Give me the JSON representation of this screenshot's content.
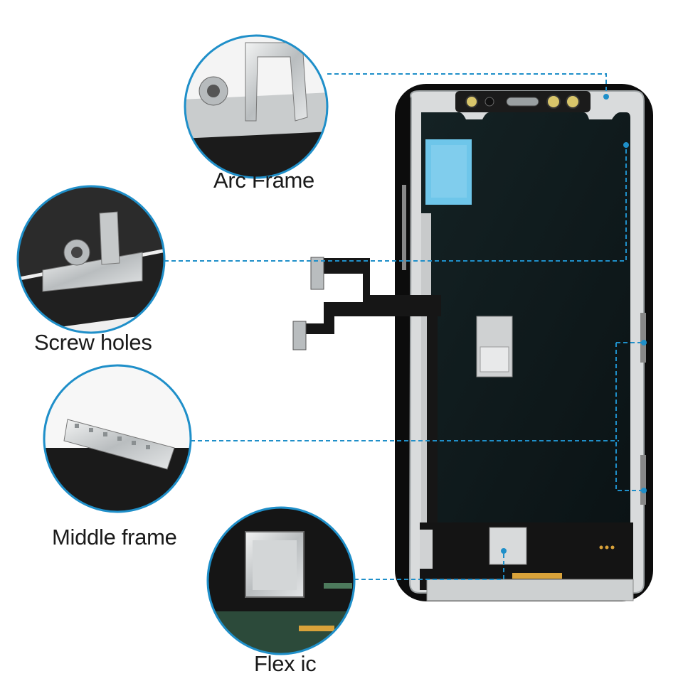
{
  "callouts": [
    {
      "id": "arc-frame",
      "label": "Arc Frame"
    },
    {
      "id": "screw-holes",
      "label": "Screw holes"
    },
    {
      "id": "middle-frame",
      "label": "Middle frame"
    },
    {
      "id": "flex-ic",
      "label": "Flex ic"
    }
  ],
  "colors": {
    "accent": "#1f8fc9",
    "panel": "#0f1a1c",
    "frame": "#d9dbdc",
    "bezel": "#0c0c0c",
    "sticker": "#6ec6ea",
    "contacts": "#d9a23a"
  }
}
